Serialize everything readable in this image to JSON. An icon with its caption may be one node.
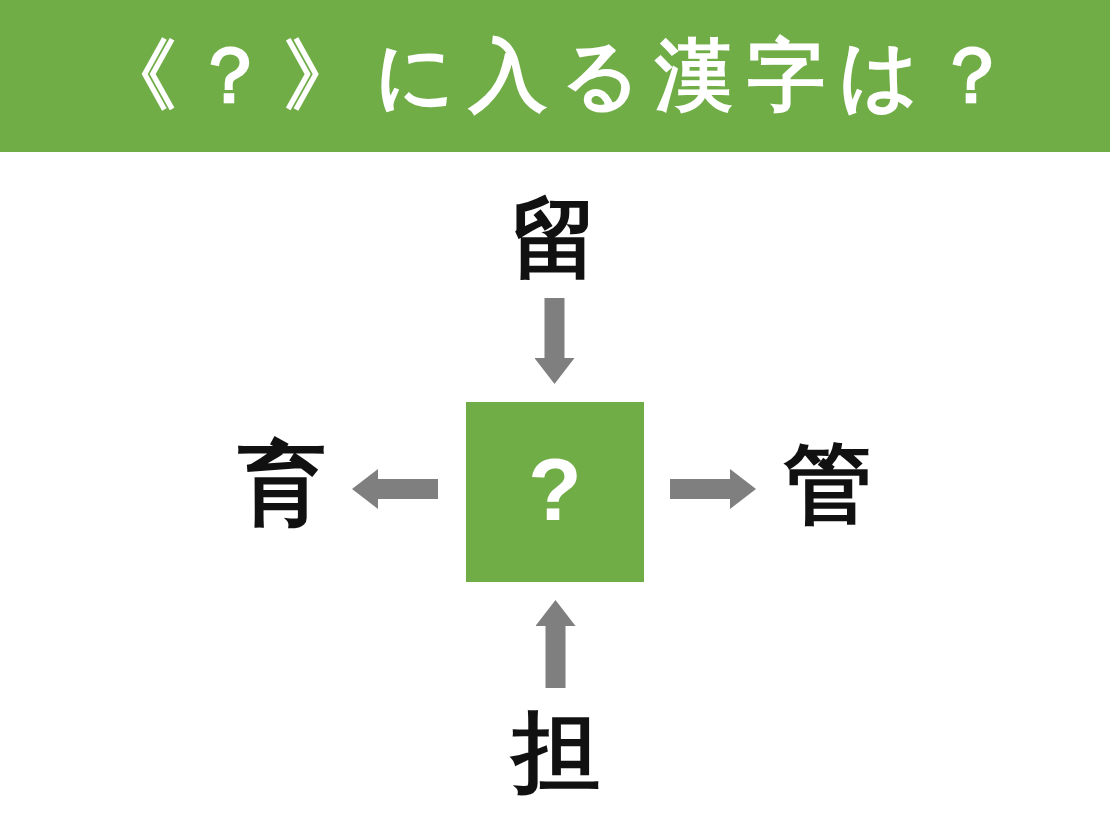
{
  "diagram": {
    "title": "《？》に入る漢字は？",
    "nodes": [
      {
        "text": [
          "留"
        ]
      },
      {
        "text": [
          "育"
        ]
      },
      {
        "text": [
          "?"
        ]
      },
      {
        "text": [
          "管"
        ]
      },
      {
        "text": [
          "担"
        ]
      }
    ],
    "edges": [
      {
        "from": 0,
        "to": 2,
        "arrow": "to"
      },
      {
        "from": 2,
        "to": 1,
        "arrow": "to"
      },
      {
        "from": 2,
        "to": 3,
        "arrow": "to"
      },
      {
        "from": 4,
        "to": 2,
        "arrow": "to"
      }
    ]
  }
}
